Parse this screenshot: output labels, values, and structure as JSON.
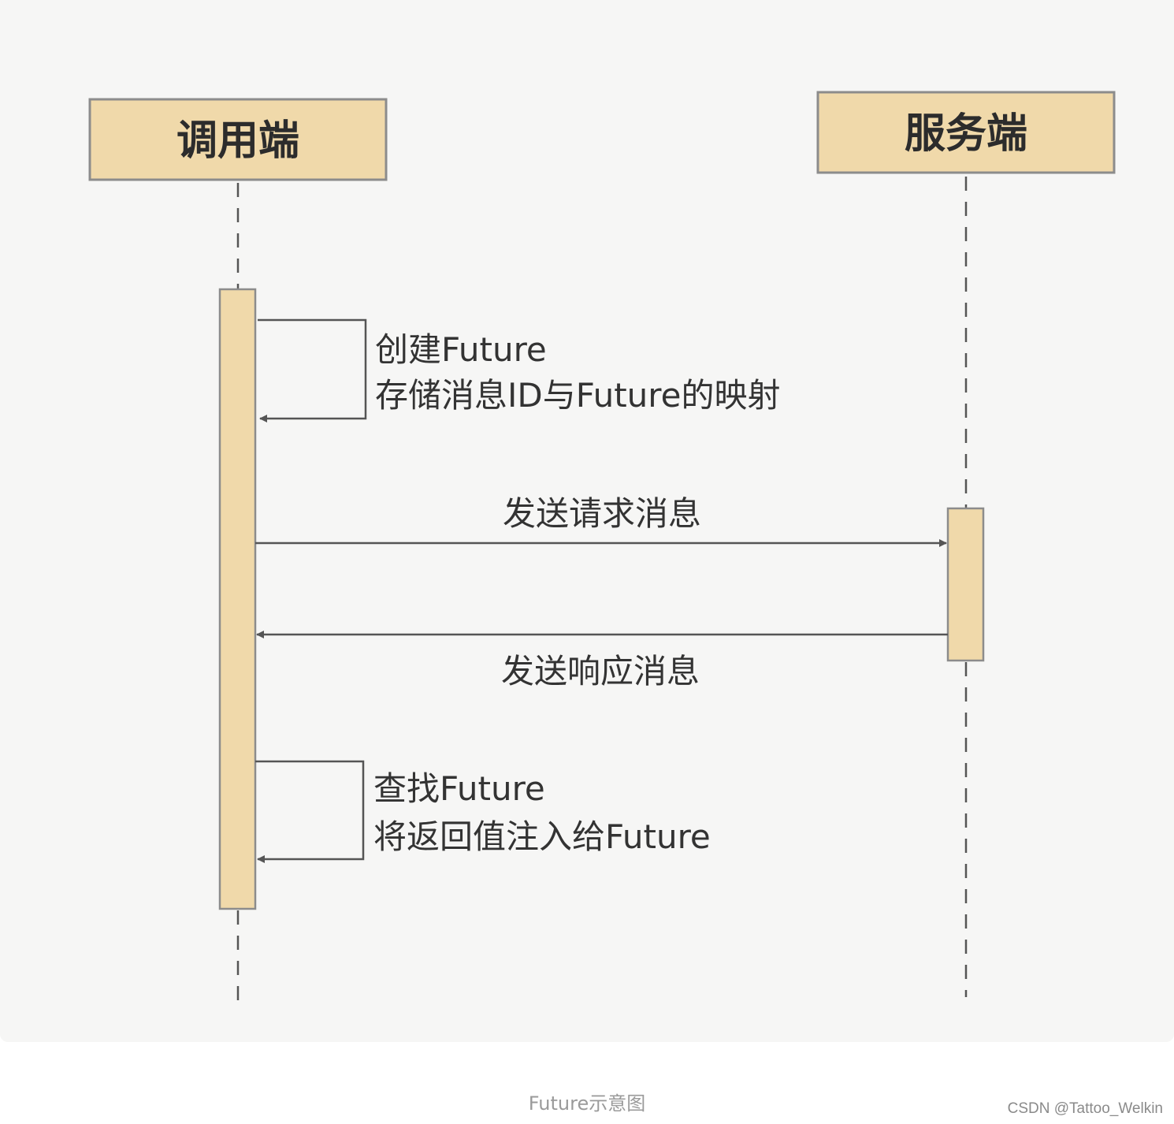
{
  "participants": {
    "caller": "调用端",
    "server": "服务端"
  },
  "messages": {
    "self_call_1": {
      "line1": "创建Future",
      "line2": "存储消息ID与Future的映射"
    },
    "request": "发送请求消息",
    "response": "发送响应消息",
    "self_call_2": {
      "line1": "查找Future",
      "line2": "将返回值注入给Future"
    }
  },
  "caption": "Future示意图",
  "watermark": "CSDN @Tattoo_Welkin",
  "colors": {
    "background": "#f6f6f5",
    "box_fill": "#f0d9aa",
    "box_stroke": "#8c8c8c",
    "line": "#555555"
  }
}
